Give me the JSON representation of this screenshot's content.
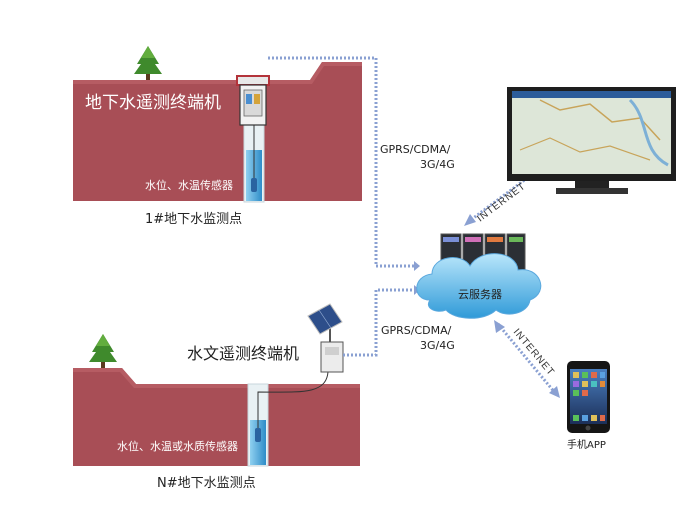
{
  "site1": {
    "terminal_label": "地下水遥测终端机",
    "sensor_label": "水位、水温传感器",
    "caption": "1#地下水监测点"
  },
  "siteN": {
    "terminal_label": "水文遥测终端机",
    "sensor_label": "水位、水温或水质传感器",
    "caption": "N#地下水监测点"
  },
  "links": {
    "upper_label_1": "GPRS/CDMA/",
    "upper_label_2": "3G/4G",
    "lower_label_1": "GPRS/CDMA/",
    "lower_label_2": "3G/4G",
    "internet_monitor": "INTERNET",
    "internet_phone": "INTERNET"
  },
  "cloud": {
    "label": "云服务器"
  },
  "phone": {
    "caption": "手机APP"
  },
  "colors": {
    "ground": "#a84e56",
    "ground_dark": "#8e3d45",
    "tree": "#3f8a2c",
    "link": "#8aa0d2",
    "cloud": "#7cc4ea",
    "water": "#4ea8d8"
  }
}
